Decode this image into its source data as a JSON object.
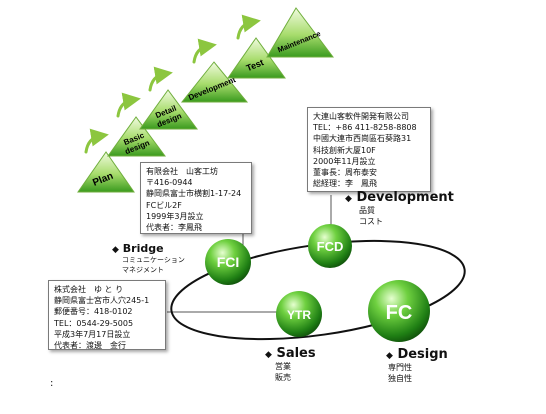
{
  "stairs": {
    "steps": [
      "Plan",
      "Basic design",
      "Detail design",
      "Development",
      "Test",
      "Maintenance"
    ]
  },
  "boxes": {
    "yamakyaku_jp": {
      "lines": [
        "有限会社　山客工坊",
        "〒416-0944",
        "静岡県富士市横割1-17-24",
        "FCビル2F",
        "1999年3月設立",
        "代表者：李鳳飛"
      ]
    },
    "dalian": {
      "lines": [
        "大連山客軟件開発有限公司",
        "TEL：+86 411-8258-8808",
        "中國大連市西崗區石葵路31",
        "科技創新大厦10F",
        "2000年11月設立",
        "董事長：周布泰安",
        "総経理：李　鳳飛"
      ]
    },
    "yutori": {
      "lines": [
        "株式会社　ゆ と り",
        "静岡県富士宮市人穴245-1",
        "郵便番号：418-0102",
        "TEL：0544-29-5005",
        "平成3年7月17日設立",
        "代表者：渡邊　金行"
      ]
    }
  },
  "nodes": {
    "fci": "FCI",
    "fcd": "FCD",
    "ytr": "YTR",
    "fc": "FC"
  },
  "sections": {
    "development": {
      "marker": "◆",
      "title": "Development",
      "items": [
        "品質",
        "コスト"
      ]
    },
    "bridge": {
      "marker": "◆",
      "title": "Bridge",
      "items": [
        "コミュニケーション",
        "マネジメント"
      ]
    },
    "sales": {
      "marker": "◆",
      "title": "Sales",
      "items": [
        "営業",
        "販売"
      ]
    },
    "design": {
      "marker": "◆",
      "title": "Design",
      "items": [
        "専門性",
        "独自性"
      ]
    }
  },
  "footnote": ":",
  "colors": {
    "triangle_light": "#e3f5c2",
    "triangle_dark": "#2f8f18",
    "sphere_light": "#c8f5a2",
    "sphere_dark": "#186b0f",
    "arrow": "#8cc63f"
  }
}
